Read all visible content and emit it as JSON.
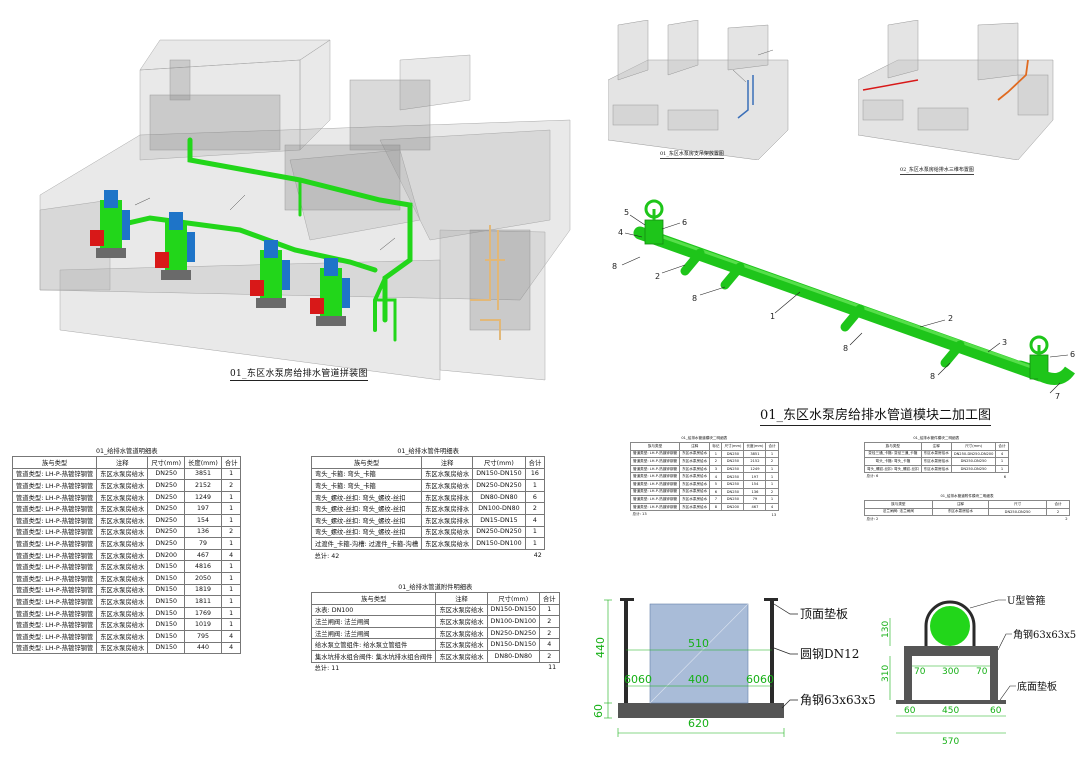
{
  "views": {
    "main_3d_caption": "01_东区水泵房给排水管道拼装图",
    "thumb1_caption": "01_东区水泵房支吊架放置图",
    "thumb2_caption": "02_东区水泵房给排水三维布置图",
    "module_caption": "01_东区水泵房给排水管道模块二加工图",
    "module_callouts": [
      "5",
      "4",
      "6",
      "8",
      "2",
      "8",
      "1",
      "2",
      "8",
      "3",
      "8",
      "6",
      "7"
    ]
  },
  "pipe_table": {
    "title": "01_给排水管道明细表",
    "headers": [
      "族与类型",
      "注释",
      "尺寸(mm)",
      "长度(mm)",
      "合计"
    ],
    "rows": [
      [
        "管道类型: LH-P-热镀锌钢管",
        "东区水泵房给水",
        "DN250",
        "3851",
        "1"
      ],
      [
        "管道类型: LH-P-热镀锌钢管",
        "东区水泵房给水",
        "DN250",
        "2152",
        "2"
      ],
      [
        "管道类型: LH-P-热镀锌钢管",
        "东区水泵房给水",
        "DN250",
        "1249",
        "1"
      ],
      [
        "管道类型: LH-P-热镀锌钢管",
        "东区水泵房给水",
        "DN250",
        "197",
        "1"
      ],
      [
        "管道类型: LH-P-热镀锌钢管",
        "东区水泵房给水",
        "DN250",
        "154",
        "1"
      ],
      [
        "管道类型: LH-P-热镀锌钢管",
        "东区水泵房给水",
        "DN250",
        "136",
        "2"
      ],
      [
        "管道类型: LH-P-热镀锌钢管",
        "东区水泵房给水",
        "DN250",
        "79",
        "1"
      ],
      [
        "管道类型: LH-P-热镀锌钢管",
        "东区水泵房给水",
        "DN200",
        "467",
        "4"
      ],
      [
        "管道类型: LH-P-热镀锌钢管",
        "东区水泵房给水",
        "DN150",
        "4816",
        "1"
      ],
      [
        "管道类型: LH-P-热镀锌钢管",
        "东区水泵房给水",
        "DN150",
        "2050",
        "1"
      ],
      [
        "管道类型: LH-P-热镀锌钢管",
        "东区水泵房给水",
        "DN150",
        "1819",
        "1"
      ],
      [
        "管道类型: LH-P-热镀锌钢管",
        "东区水泵房给水",
        "DN150",
        "1811",
        "1"
      ],
      [
        "管道类型: LH-P-热镀锌钢管",
        "东区水泵房给水",
        "DN150",
        "1769",
        "1"
      ],
      [
        "管道类型: LH-P-热镀锌钢管",
        "东区水泵房给水",
        "DN150",
        "1019",
        "1"
      ],
      [
        "管道类型: LH-P-热镀锌钢管",
        "东区水泵房给水",
        "DN150",
        "795",
        "4"
      ],
      [
        "管道类型: LH-P-热镀锌钢管",
        "东区水泵房给水",
        "DN150",
        "440",
        "4"
      ]
    ]
  },
  "fitting_table": {
    "title": "01_给排水管件明细表",
    "headers": [
      "族与类型",
      "注释",
      "尺寸(mm)",
      "合计"
    ],
    "rows": [
      [
        "弯头_卡箍: 弯头_卡箍",
        "东区水泵房给水",
        "DN150-DN150",
        "16"
      ],
      [
        "弯头_卡箍: 弯头_卡箍",
        "东区水泵房给水",
        "DN250-DN250",
        "1"
      ],
      [
        "弯头_螺纹-丝扣: 弯头_螺纹-丝扣",
        "东区水泵房排水",
        "DN80-DN80",
        "6"
      ],
      [
        "弯头_螺纹-丝扣: 弯头_螺纹-丝扣",
        "东区水泵房排水",
        "DN100-DN80",
        "2"
      ],
      [
        "弯头_螺纹-丝扣: 弯头_螺纹-丝扣",
        "东区水泵房排水",
        "DN15-DN15",
        "4"
      ],
      [
        "弯头_螺纹-丝扣: 弯头_螺纹-丝扣",
        "东区水泵房给水",
        "DN250-DN250",
        "1"
      ],
      [
        "过渡件_卡箍-沟槽: 过渡件_卡箍-沟槽",
        "东区水泵房给水",
        "DN150-DN100",
        "1"
      ]
    ],
    "total_label": "总计: 42",
    "total_value": "42"
  },
  "accessory_table": {
    "title": "01_给排水管道附件明细表",
    "headers": [
      "族与类型",
      "注释",
      "尺寸(mm)",
      "合计"
    ],
    "rows": [
      [
        "水表: DN100",
        "东区水泵房给水",
        "DN150-DN150",
        "1"
      ],
      [
        "法兰闸阀: 法兰闸阀",
        "东区水泵房给水",
        "DN100-DN100",
        "2"
      ],
      [
        "法兰闸阀: 法兰闸阀",
        "东区水泵房给水",
        "DN250-DN250",
        "2"
      ],
      [
        "给水泵立管组件: 给水泵立管组件",
        "东区水泵房给水",
        "DN150-DN150",
        "4"
      ],
      [
        "集水坑排水组合阀件: 集水坑排水组合阀件",
        "东区水泵房给水",
        "DN80-DN80",
        "2"
      ]
    ],
    "total_label": "总计: 11",
    "total_value": "11"
  },
  "module_pipe_table": {
    "title": "01_给排水管道模块二明细表",
    "headers": [
      "族与类型",
      "注释",
      "标记",
      "尺寸(mm)",
      "长度(mm)",
      "合计"
    ],
    "rows": [
      [
        "管道类型: LH-P-热镀锌钢管",
        "东区水泵房给水",
        "1",
        "DN250",
        "3851",
        "1"
      ],
      [
        "管道类型: LH-P-热镀锌钢管",
        "东区水泵房给水",
        "2",
        "DN250",
        "2152",
        "2"
      ],
      [
        "管道类型: LH-P-热镀锌钢管",
        "东区水泵房给水",
        "3",
        "DN250",
        "1249",
        "1"
      ],
      [
        "管道类型: LH-P-热镀锌钢管",
        "东区水泵房给水",
        "4",
        "DN250",
        "197",
        "1"
      ],
      [
        "管道类型: LH-P-热镀锌钢管",
        "东区水泵房给水",
        "5",
        "DN250",
        "154",
        "1"
      ],
      [
        "管道类型: LH-P-热镀锌钢管",
        "东区水泵房给水",
        "6",
        "DN250",
        "136",
        "2"
      ],
      [
        "管道类型: LH-P-热镀锌钢管",
        "东区水泵房给水",
        "7",
        "DN250",
        "79",
        "1"
      ],
      [
        "管道类型: LH-P-热镀锌钢管",
        "东区水泵房给水",
        "8",
        "DN200",
        "467",
        "4"
      ]
    ],
    "total_label": "总计: 13",
    "total_value": "13"
  },
  "module_fitting_table": {
    "title": "01_给排水管件模块二明细表",
    "headers": [
      "族与类型",
      "注释",
      "尺寸(mm)",
      "合计"
    ],
    "rows": [
      [
        "变径三通_卡箍: 变径三通_卡箍",
        "东区水泵房给水",
        "DN250-DN250-DN200",
        "4"
      ],
      [
        "弯头_卡箍: 弯头_卡箍",
        "东区水泵房给水",
        "DN250-DN250",
        "1"
      ],
      [
        "弯头_螺纹-丝扣: 弯头_螺纹-丝扣",
        "东区水泵房给水",
        "DN250-DN250",
        "1"
      ]
    ],
    "total_label": "总计: 6",
    "total_value": "6"
  },
  "module_accessory_table": {
    "title": "01_给排水管道附件模块二明细表",
    "headers": [
      "族与类型",
      "注释",
      "尺寸",
      "合计"
    ],
    "rows": [
      [
        "法兰闸阀: 法兰闸阀",
        "东区水泵房给水",
        "DN250-DN250",
        "2"
      ]
    ],
    "total_label": "总计: 2",
    "total_value": "2"
  },
  "detail1": {
    "label_top_plate": "顶面垫板",
    "label_rebar": "圆钢DN12",
    "label_angle": "角钢63x63x5",
    "dim_440": "440",
    "dim_60": "60",
    "dim_510": "510",
    "dim_400": "400",
    "dim_6060": "6060",
    "dim_620": "620"
  },
  "detail2": {
    "label_u_clamp": "U型管箍",
    "label_angle": "角钢63x63x5",
    "label_base_plate": "底面垫板",
    "dim_130": "130",
    "dim_310": "310",
    "dim_70a": "70",
    "dim_300": "300",
    "dim_70b": "70",
    "dim_60a": "60",
    "dim_450": "450",
    "dim_60b": "60",
    "dim_570": "570"
  },
  "colors": {
    "pipe_green": "#22d61a",
    "pump_blue": "#1e74c8",
    "valve_red": "#d81818",
    "dim_green": "#16b016",
    "building_grey": "#b8b8b8"
  }
}
